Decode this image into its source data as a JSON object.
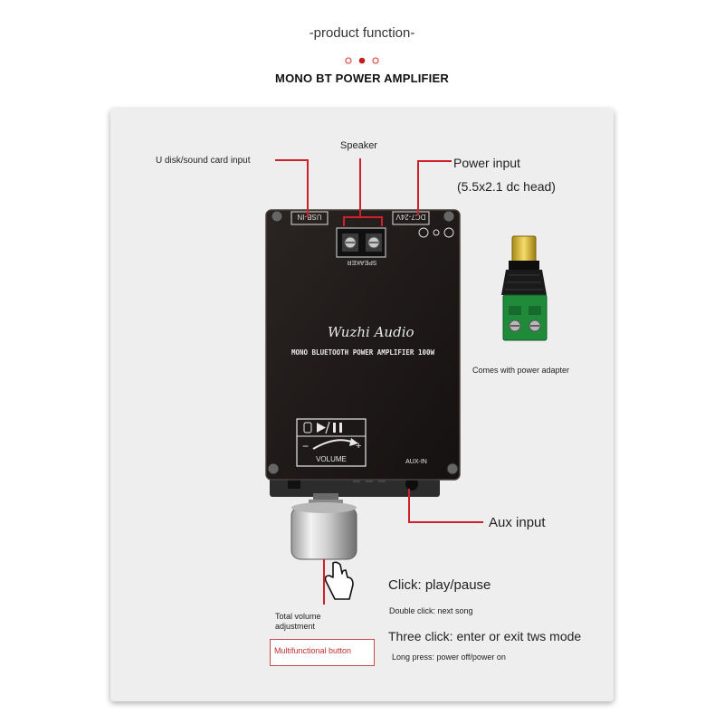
{
  "header": {
    "title": "-product function-",
    "subtitle": "MONO BT POWER AMPLIFIER",
    "dot_colors": [
      "#e05a5a",
      "#c02020",
      "#e05a5a"
    ]
  },
  "labels": {
    "usb_input": "U disk/sound card input",
    "speaker": "Speaker",
    "power_input": "Power input",
    "power_input_sub": "(5.5x2.1 dc head)",
    "power_adapter": "Comes with power adapter",
    "aux_input": "Aux input",
    "click": "Click: play/pause",
    "double_click": "Double click: next song",
    "three_click": "Three click: enter or exit tws mode",
    "long_press": "Long press: power off/power on",
    "total_volume": "Total volume adjustment",
    "multi_button": "Multifunctional button"
  },
  "board": {
    "brand": "Wuzhi Audio",
    "model": "MONO BLUETOOTH POWER AMPLIFIER 100W",
    "usb_tag": "USB-IN",
    "dc_tag": "DC7-24V",
    "speaker_tag": "SPEAKER",
    "volume_tag": "VOLUME",
    "aux_tag": "AUX-IN"
  },
  "colors": {
    "leader_line": "#d0202a",
    "board": "#1f1a18",
    "panel": "#eeeeee",
    "terminal_green": "#1e8a3a"
  }
}
